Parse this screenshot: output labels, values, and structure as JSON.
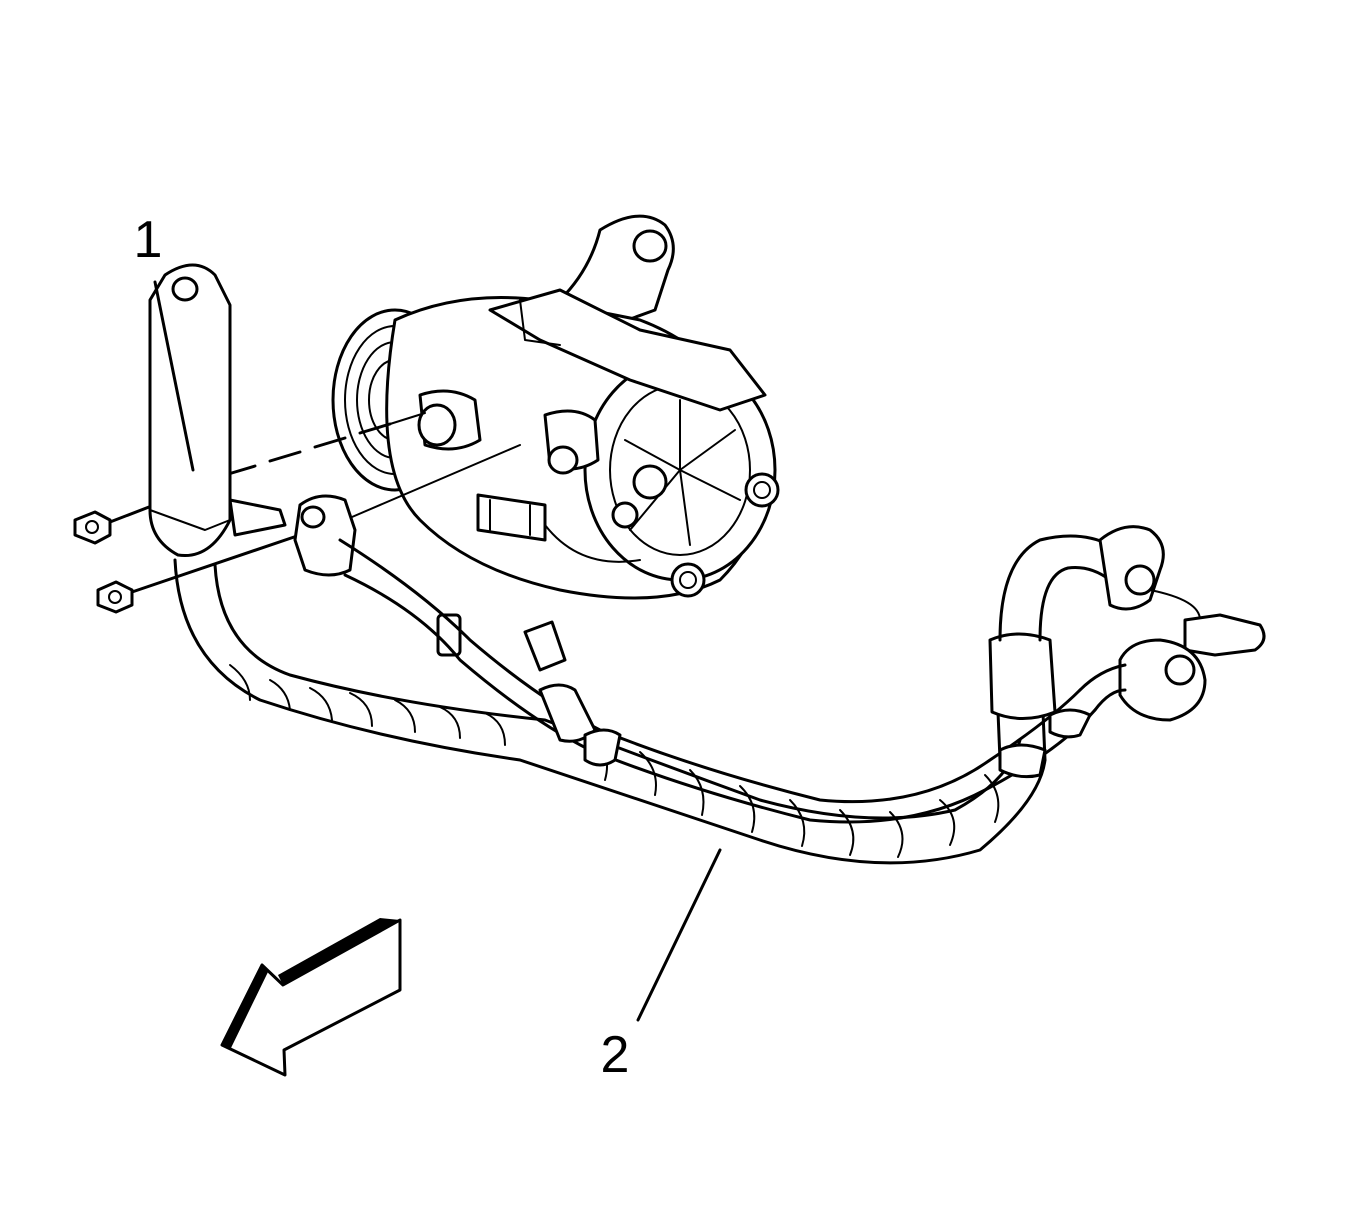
{
  "figure": {
    "callouts": [
      {
        "id": "1",
        "label": "1"
      },
      {
        "id": "2",
        "label": "2"
      }
    ],
    "colors": {
      "line": "#000000",
      "background": "#ffffff"
    },
    "icons": [
      "view-direction-arrow-icon"
    ]
  }
}
